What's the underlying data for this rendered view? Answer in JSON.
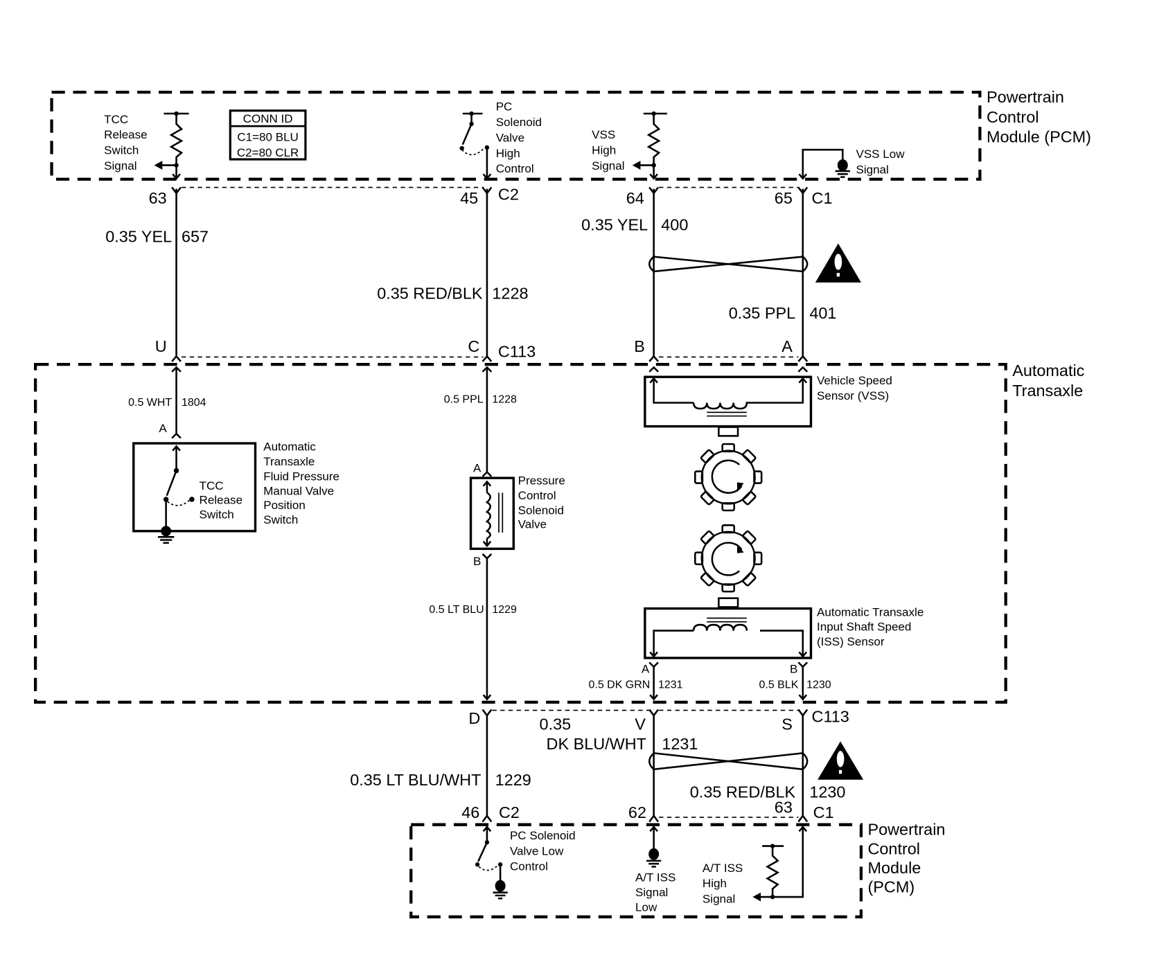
{
  "colors": {
    "ink": "#000000",
    "background": "#ffffff"
  },
  "modules": {
    "pcm_top": {
      "label_lines": [
        "Powertrain",
        "Control",
        "Module (PCM)"
      ]
    },
    "transaxle": {
      "label_lines": [
        "Automatic",
        "Transaxle"
      ]
    },
    "pcm_bottom": {
      "label_lines": [
        "Powertrain",
        "Control",
        "Module",
        "(PCM)"
      ]
    }
  },
  "conn_id_table": {
    "title": "CONN ID",
    "rows": [
      "C1=80 BLU",
      "C2=80 CLR"
    ]
  },
  "pcm_top_circuits": {
    "tcc_release_switch_signal": [
      "TCC",
      "Release",
      "Switch",
      "Signal"
    ],
    "pc_solenoid_high_control": [
      "PC",
      "Solenoid",
      "Valve",
      "High",
      "Control"
    ],
    "vss_high_signal": [
      "VSS",
      "High",
      "Signal"
    ],
    "vss_low_signal": [
      "VSS Low",
      "Signal"
    ]
  },
  "pcm_top_pins": {
    "pin_63": "63",
    "pin_45": "45",
    "pin_45_conn": "C2",
    "pin_64": "64",
    "pin_65": "65",
    "pin_65_conn": "C1"
  },
  "upper_wires": {
    "w657": {
      "gauge_color": "0.35 YEL",
      "circuit": "657"
    },
    "w1228": {
      "gauge_color": "0.35 RED/BLK",
      "circuit": "1228"
    },
    "w400": {
      "gauge_color": "0.35 YEL",
      "circuit": "400"
    },
    "w401": {
      "gauge_color": "0.35 PPL",
      "circuit": "401"
    }
  },
  "c113_upper": {
    "connector": "C113",
    "pin_u": "U",
    "pin_c": "C",
    "pin_b": "B",
    "pin_a": "A"
  },
  "transaxle_wires": {
    "w1804": {
      "gauge_color": "0.5 WHT",
      "circuit": "1804"
    },
    "w1228": {
      "gauge_color": "0.5 PPL",
      "circuit": "1228"
    },
    "w1229": {
      "gauge_color": "0.5 LT BLU",
      "circuit": "1229"
    },
    "w1231": {
      "gauge_color": "0.5 DK GRN",
      "circuit": "1231"
    },
    "w1230": {
      "gauge_color": "0.5 BLK",
      "circuit": "1230"
    }
  },
  "components": {
    "manual_valve_switch": {
      "pin": "A",
      "inner_label": [
        "TCC",
        "Release",
        "Switch"
      ],
      "label_lines": [
        "Automatic",
        "Transaxle",
        "Fluid Pressure",
        "Manual Valve",
        "Position",
        "Switch"
      ]
    },
    "pc_solenoid": {
      "pin_a": "A",
      "pin_b": "B",
      "label_lines": [
        "Pressure",
        "Control",
        "Solenoid",
        "Valve"
      ]
    },
    "vss": {
      "label_lines": [
        "Vehicle Speed",
        "Sensor (VSS)"
      ]
    },
    "iss": {
      "pin_a": "A",
      "pin_b": "B",
      "label_lines": [
        "Automatic Transaxle",
        "Input Shaft Speed",
        "(ISS) Sensor"
      ]
    }
  },
  "c113_lower": {
    "connector": "C113",
    "pin_d": "D",
    "pin_v": "V",
    "pin_s": "S"
  },
  "lower_wires": {
    "w1229": {
      "gauge_color": "0.35 LT BLU/WHT",
      "circuit": "1229"
    },
    "w1231": {
      "gauge_top": "0.35",
      "gauge_color": "DK BLU/WHT",
      "circuit": "1231"
    },
    "w1230": {
      "gauge_color": "0.35 RED/BLK",
      "circuit": "1230"
    }
  },
  "pcm_bottom_pins": {
    "pin_46": "46",
    "pin_46_conn": "C2",
    "pin_62": "62",
    "pin_63": "63",
    "pin_63_conn": "C1"
  },
  "pcm_bottom_circuits": {
    "pc_solenoid_low_control": [
      "PC Solenoid",
      "Valve Low",
      "Control"
    ],
    "iss_signal_low": [
      "A/T ISS",
      "Signal",
      "Low"
    ],
    "iss_high_signal": [
      "A/T ISS",
      "High",
      "Signal"
    ]
  },
  "icons": {
    "twisted_pair_upper": "twisted-pair-icon",
    "caution_upper": "warning-triangle-icon",
    "twisted_pair_lower": "twisted-pair-icon",
    "caution_lower": "warning-triangle-icon",
    "reluctor_vss": "reluctor-wheel-icon",
    "reluctor_iss": "reluctor-wheel-icon"
  }
}
